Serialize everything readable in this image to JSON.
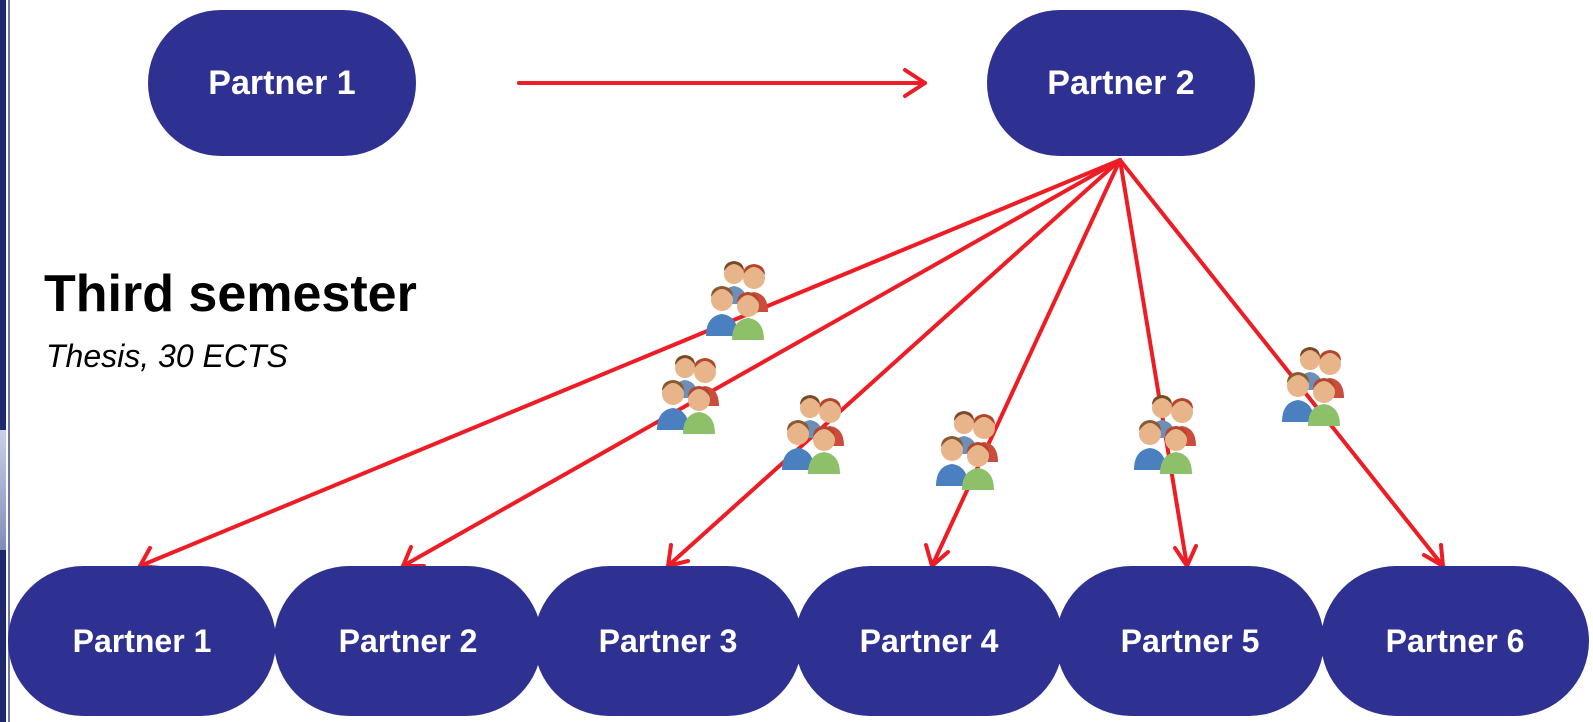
{
  "diagram": {
    "heading": "Third semester",
    "subheading": "Thesis, 30 ECTS",
    "colors": {
      "node_fill": "#2e3192",
      "node_text": "#ffffff",
      "arrow": "#ee1c24"
    },
    "top_nodes": [
      {
        "id": "top-partner-1",
        "label": "Partner 1"
      },
      {
        "id": "top-partner-2",
        "label": "Partner 2"
      }
    ],
    "bottom_nodes": [
      {
        "id": "bottom-partner-1",
        "label": "Partner 1"
      },
      {
        "id": "bottom-partner-2",
        "label": "Partner 2"
      },
      {
        "id": "bottom-partner-3",
        "label": "Partner 3"
      },
      {
        "id": "bottom-partner-4",
        "label": "Partner 4"
      },
      {
        "id": "bottom-partner-5",
        "label": "Partner 5"
      },
      {
        "id": "bottom-partner-6",
        "label": "Partner 6"
      }
    ],
    "edges": [
      {
        "from": "top-partner-1",
        "to": "top-partner-2"
      },
      {
        "from": "top-partner-2",
        "to": "bottom-partner-1",
        "icon": "student-group-icon"
      },
      {
        "from": "top-partner-2",
        "to": "bottom-partner-2",
        "icon": "student-group-icon"
      },
      {
        "from": "top-partner-2",
        "to": "bottom-partner-3",
        "icon": "student-group-icon"
      },
      {
        "from": "top-partner-2",
        "to": "bottom-partner-4",
        "icon": "student-group-icon"
      },
      {
        "from": "top-partner-2",
        "to": "bottom-partner-5",
        "icon": "student-group-icon"
      },
      {
        "from": "top-partner-2",
        "to": "bottom-partner-6",
        "icon": "student-group-icon"
      }
    ]
  }
}
